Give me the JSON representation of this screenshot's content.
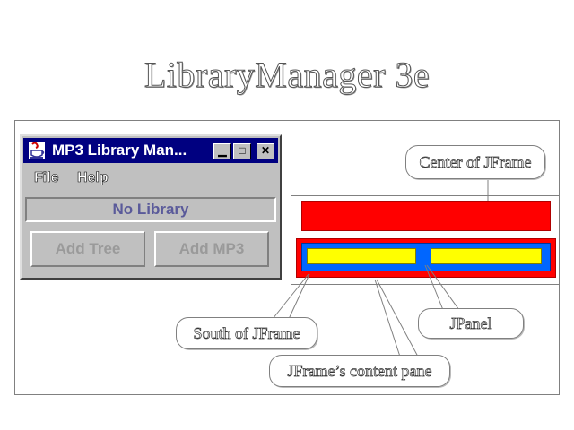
{
  "slide": {
    "title": "LibraryManager 3e"
  },
  "window": {
    "title": "MP3 Library Man...",
    "app_icon": "java-app-icon",
    "controls": {
      "minimize_icon": "minimize-icon",
      "maximize_icon": "maximize-icon",
      "close_icon": "close-icon"
    },
    "menu": [
      "File",
      "Help"
    ],
    "status_text": "No Library",
    "buttons": {
      "add_tree": "Add Tree",
      "add_mp3": "Add MP3"
    }
  },
  "diagram": {
    "colors": {
      "frame_region": "#ff0000",
      "panel": "#0066ff",
      "component": "#ffff00"
    },
    "labels": {
      "center": "Center of JFrame",
      "south": "South of JFrame",
      "jpanel": "JPanel",
      "content_pane": "JFrame’s content pane"
    }
  }
}
